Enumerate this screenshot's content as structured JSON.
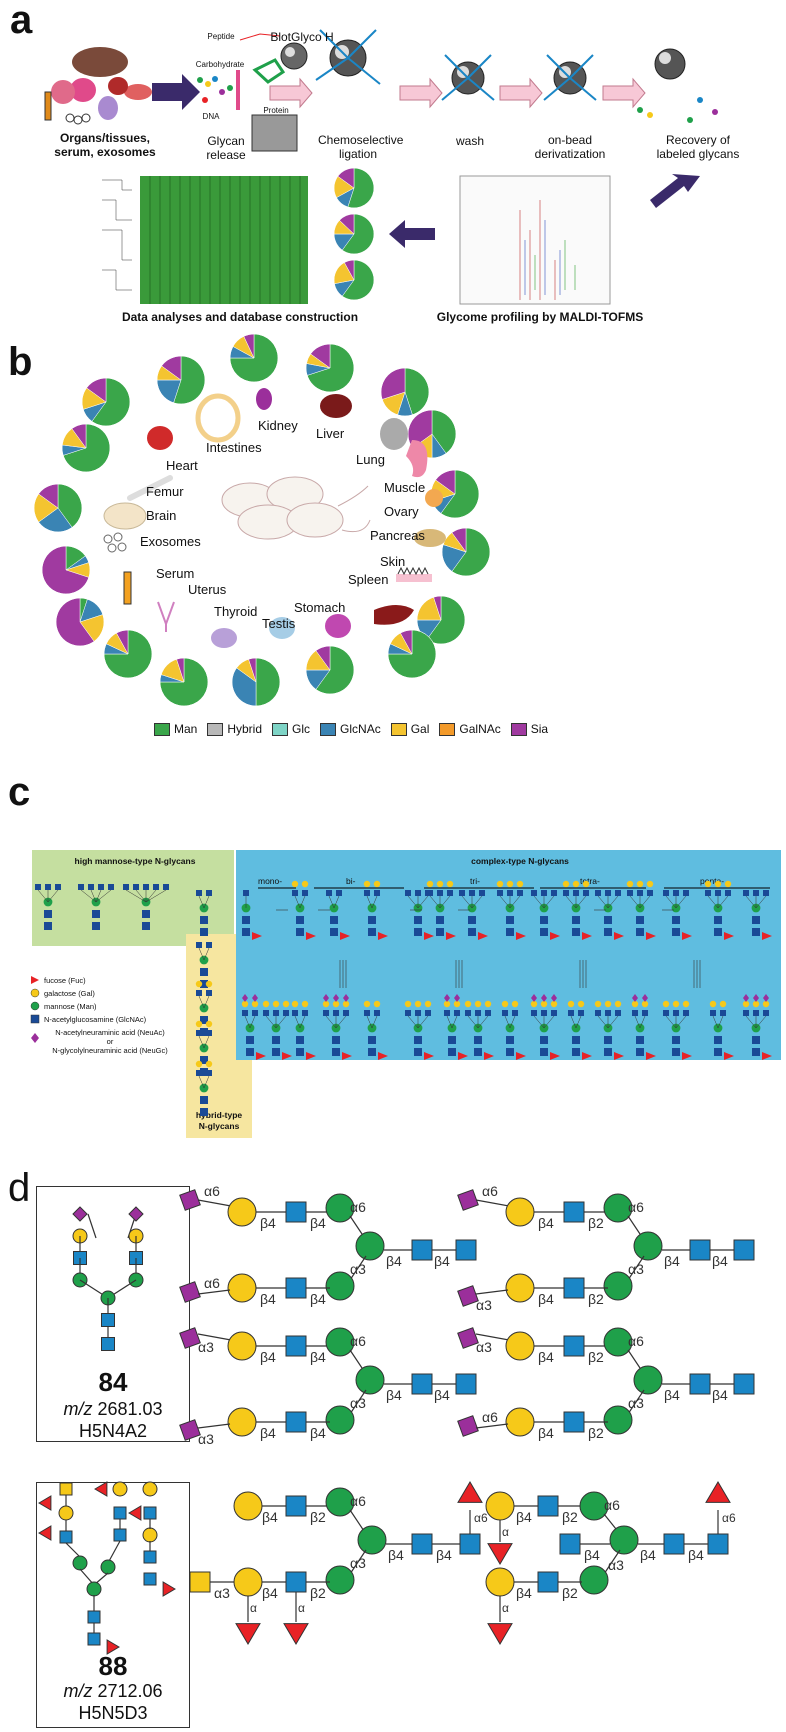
{
  "panel_a": {
    "letter": "a",
    "steps": {
      "organs": "Organs/tissues,\nserum, exosomes",
      "glycan_release": "Glycan release",
      "peptide": "Peptide",
      "carbohydrate": "Carbohydrate",
      "dna": "DNA",
      "protein": "Protein",
      "blotglyco": "BlotGlyco H",
      "chemoselective": "Chemoselective\nligation",
      "wash": "wash",
      "derivatization": "on-bead\nderivatization",
      "recovery": "Recovery of\nlabeled glycans",
      "data_analyses": "Data analyses and database construction",
      "glycome_profiling": "Glycome profiling by MALDI-TOFMS"
    }
  },
  "panel_b": {
    "letter": "b",
    "organs": {
      "intestines": "Intestines",
      "kidney": "Kidney",
      "liver": "Liver",
      "lung": "Lung",
      "heart": "Heart",
      "femur": "Femur",
      "brain": "Brain",
      "exosomes": "Exosomes",
      "serum": "Serum",
      "uterus": "Uterus",
      "thyroid": "Thyroid",
      "testis": "Testis",
      "stomach": "Stomach",
      "spleen": "Spleen",
      "skin": "Skin",
      "pancreas": "Pancreas",
      "ovary": "Ovary",
      "muscle": "Muscle"
    },
    "legend": [
      {
        "label": "Man",
        "color": "#3aa64a"
      },
      {
        "label": "Hybrid",
        "color": "#b8b8b8"
      },
      {
        "label": "Glc",
        "color": "#7ed4c6"
      },
      {
        "label": "GlcNAc",
        "color": "#3a84b4"
      },
      {
        "label": "Gal",
        "color": "#f4c430"
      },
      {
        "label": "GalNAc",
        "color": "#f39a2a"
      },
      {
        "label": "Sia",
        "color": "#a03aa0"
      }
    ]
  },
  "panel_c": {
    "letter": "c",
    "high_mannose_title": "high mannose-type N-glycans",
    "complex_title": "complex-type N-glycans",
    "hybrid_title": "hybrid-type\nN-glycans",
    "branch_labels": [
      "mono-",
      "bi-",
      "tri-",
      "tetra-",
      "penta-"
    ],
    "symbol_legend": [
      "fucose (Fuc)",
      "galactose (Gal)",
      "mannose (Man)",
      "N-acetylglucosamine (GlcNAc)",
      "N-acetylneuraminic acid (NeuAc)\nor\nN-glycolylneuraminic acid (NeuGc)"
    ]
  },
  "panel_d": {
    "letter": "d",
    "structures": [
      {
        "number": "84",
        "mz_label": "m/z",
        "mz": "2681.03",
        "composition": "H5N4A2"
      },
      {
        "number": "88",
        "mz_label": "m/z",
        "mz": "2712.06",
        "composition": "H5N5D3"
      }
    ],
    "linkage_labels": {
      "a6": "α6",
      "a3": "α3",
      "b4": "β4",
      "b2": "β2",
      "alpha": "α"
    }
  },
  "colors": {
    "man_green": "#1fa04a",
    "glcnac_blue": "#1a86c6",
    "gal_yellow": "#f6c919",
    "sia_purple": "#9b2f9b",
    "fuc_red": "#e82226",
    "galnac_yellow": "#f6c919",
    "panel_c_green_bg": "#c5dfa0",
    "panel_c_blue_bg": "#5fbde0",
    "panel_c_yellow_bg": "#f6e6a0"
  }
}
